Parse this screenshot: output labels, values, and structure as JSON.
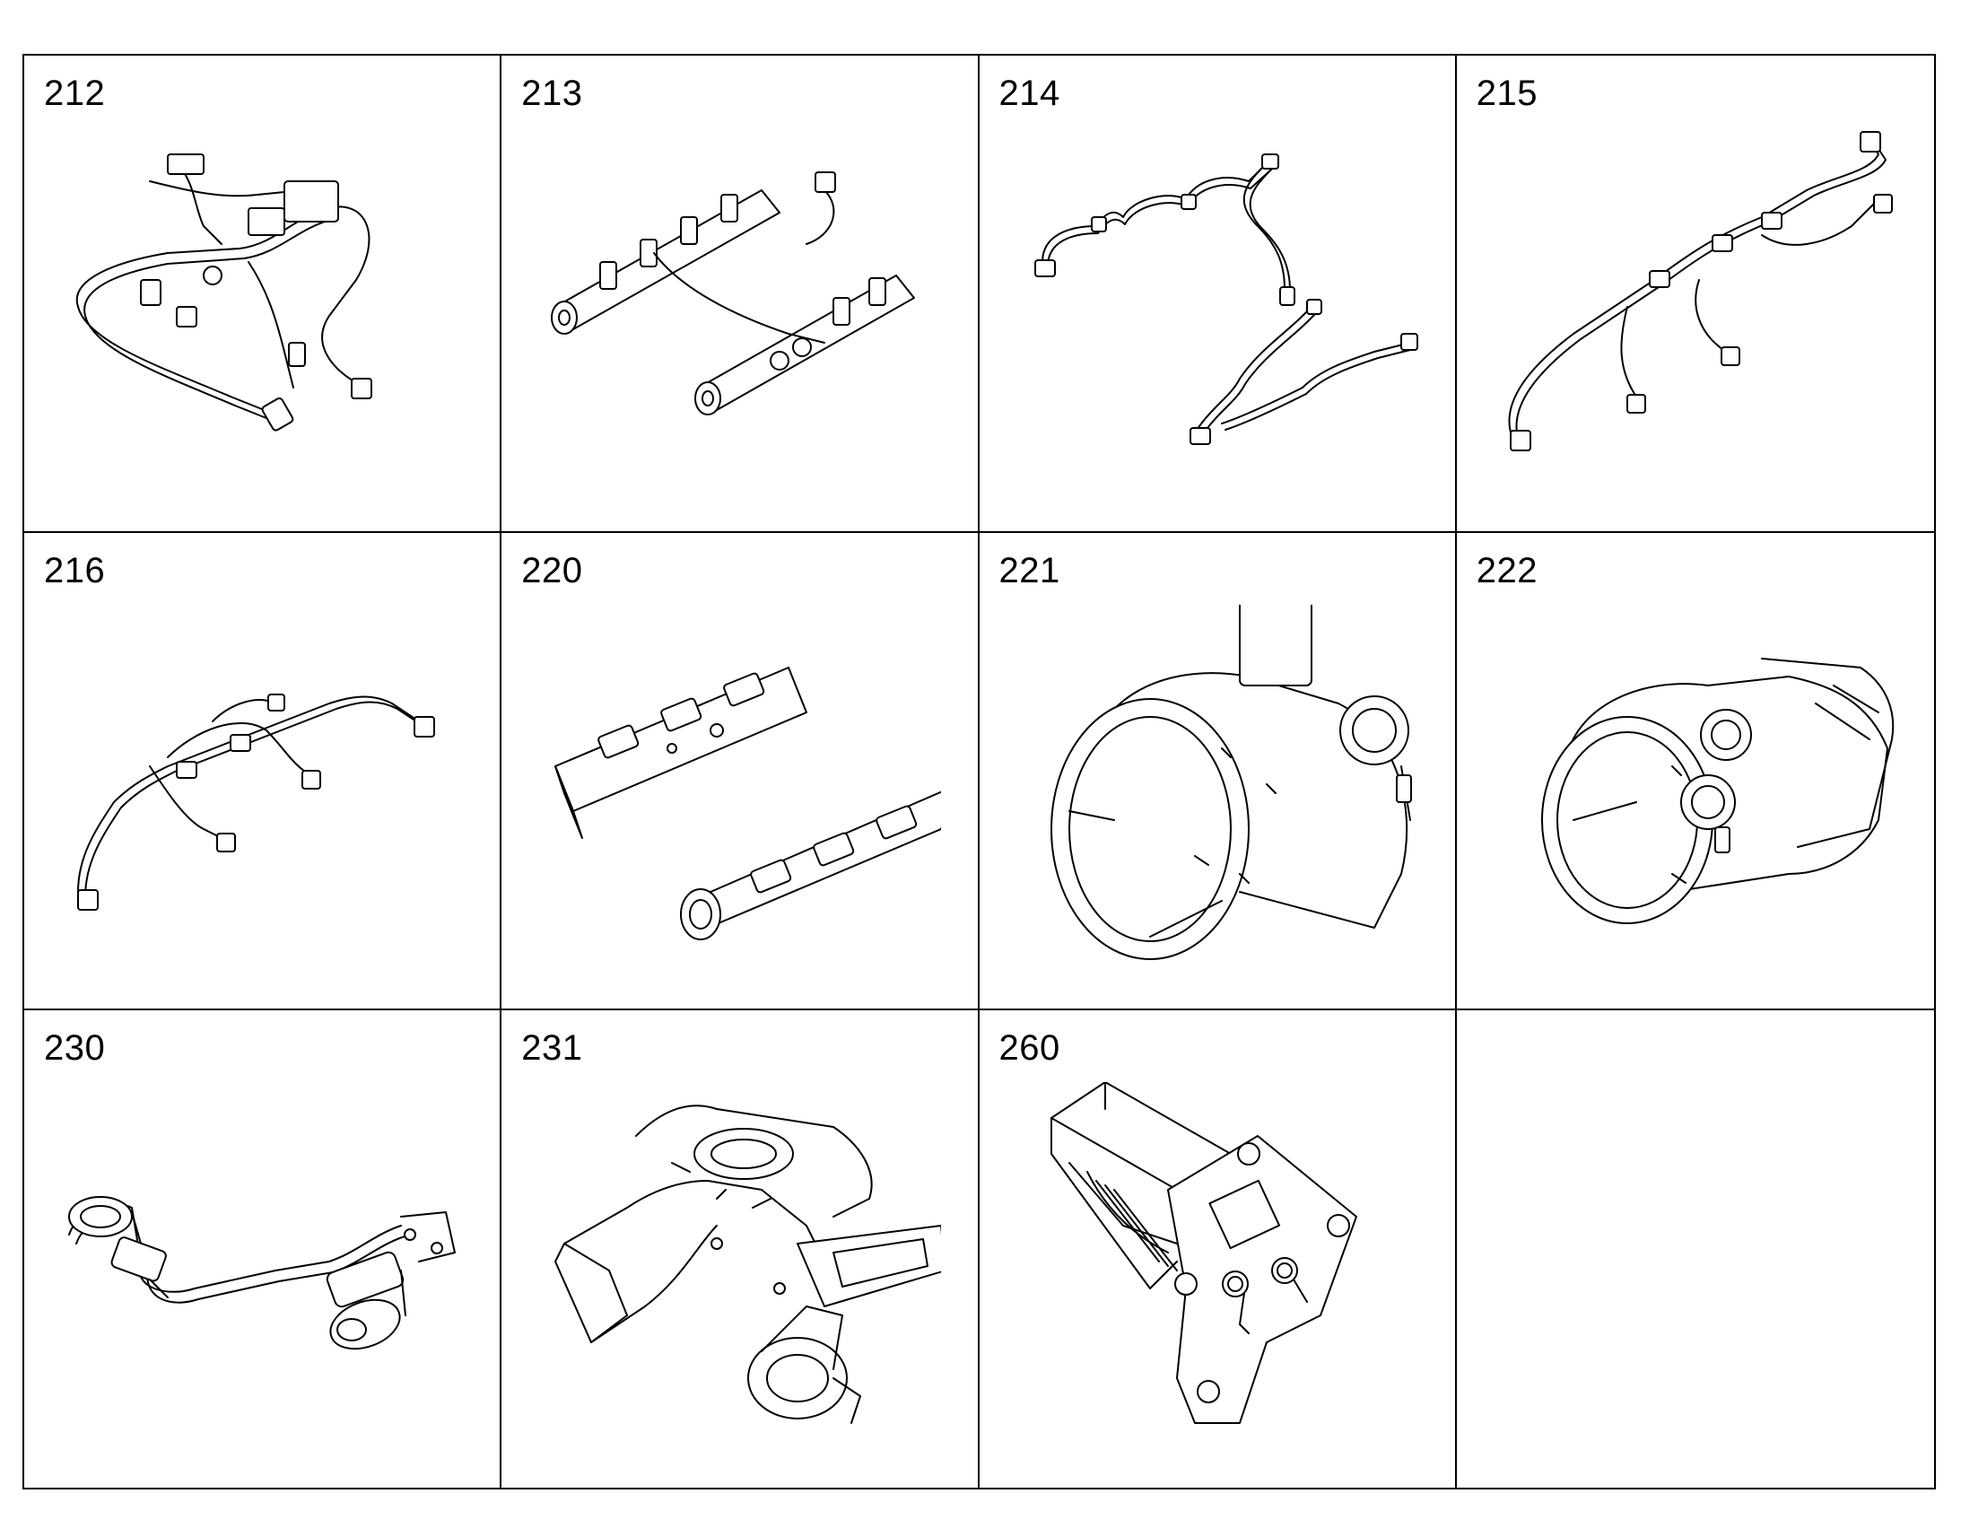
{
  "catalog": {
    "cells": [
      {
        "label": "212",
        "icon": "wiring-harness-icon"
      },
      {
        "label": "213",
        "icon": "fuel-rail-icon"
      },
      {
        "label": "214",
        "icon": "fuel-lines-icon"
      },
      {
        "label": "215",
        "icon": "fuel-line-harness-icon"
      },
      {
        "label": "216",
        "icon": "fuel-line-assembly-icon"
      },
      {
        "label": "220",
        "icon": "intake-manifold-icon"
      },
      {
        "label": "221",
        "icon": "turbocharger-icon"
      },
      {
        "label": "222",
        "icon": "turbocharger-alt-icon"
      },
      {
        "label": "230",
        "icon": "exhaust-catalytic-converter-icon"
      },
      {
        "label": "231",
        "icon": "intake-plenum-icon"
      },
      {
        "label": "260",
        "icon": "mounting-bracket-icon"
      },
      {
        "label": "",
        "icon": ""
      }
    ]
  }
}
